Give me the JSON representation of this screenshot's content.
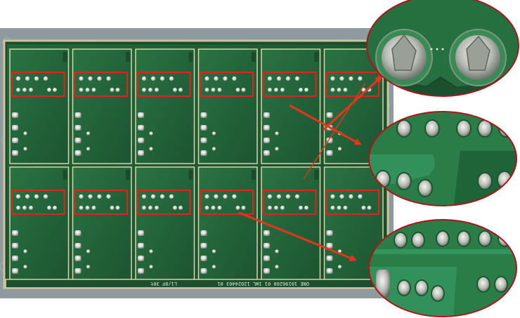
{
  "image": {
    "subject": "pcb-panel-with-magnified-insets",
    "board_silkscreen": {
      "bottom_left": "L1/8F 30t",
      "bottom_right": "ONE 10196260 01 1WL 12024463 01"
    },
    "board_grid": {
      "columns": 6,
      "rows": 2
    },
    "highlight_color": "#e0231c",
    "arrow_color": "#e8341c",
    "inset_border_color": "#b0141a",
    "board_color": "#1f5b2e"
  }
}
